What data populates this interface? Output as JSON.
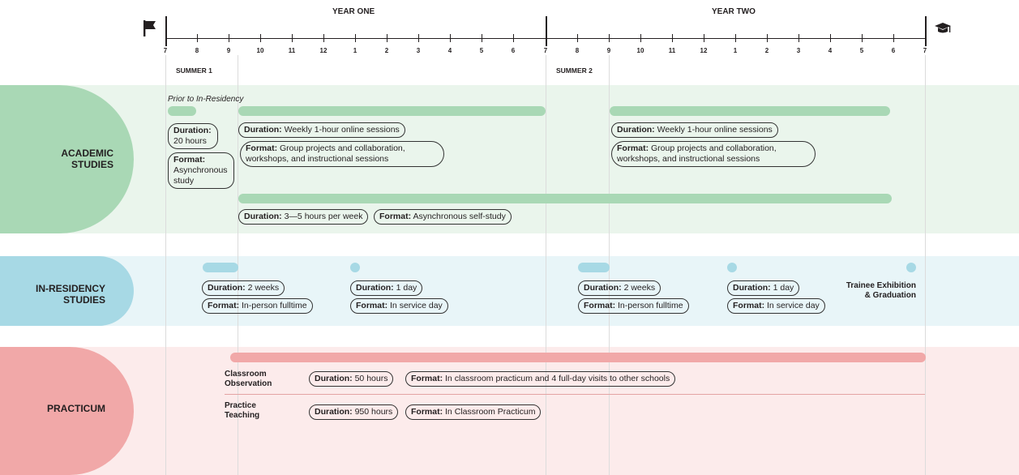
{
  "timeline": {
    "year_one": "YEAR ONE",
    "year_two": "YEAR TWO",
    "months": [
      "7",
      "8",
      "9",
      "10",
      "11",
      "12",
      "1",
      "2",
      "3",
      "4",
      "5",
      "6",
      "7",
      "8",
      "9",
      "10",
      "11",
      "12",
      "1",
      "2",
      "3",
      "4",
      "5",
      "6",
      "7"
    ],
    "summer1": "SUMMER 1",
    "summer2": "SUMMER 2",
    "start_icon": "flag-icon",
    "end_icon": "graduation-cap-icon"
  },
  "academic": {
    "label": "ACADEMIC\nSTUDIES",
    "color": "#a9d8b5",
    "prior_label": "Prior to In-Residency",
    "prior_duration_key": "Duration:",
    "prior_duration_val": "20 hours",
    "prior_format_key": "Format:",
    "prior_format_val": "Asynchronous study",
    "y1_duration_key": "Duration:",
    "y1_duration_val": "Weekly 1-hour online sessions",
    "y1_format_key": "Format:",
    "y1_format_val": "Group projects and collaboration, workshops, and instructional sessions",
    "y2_duration_key": "Duration:",
    "y2_duration_val": "Weekly 1-hour online sessions",
    "y2_format_key": "Format:",
    "y2_format_val": "Group projects and collaboration, workshops, and instructional sessions",
    "self_duration_key": "Duration:",
    "self_duration_val": "3—5 hours per week",
    "self_format_key": "Format:",
    "self_format_val": "Asynchronous self-study"
  },
  "residency": {
    "label": "IN-RESIDENCY\nSTUDIES",
    "color": "#a7d9e5",
    "s1_duration_key": "Duration:",
    "s1_duration_val": "2 weeks",
    "s1_format_key": "Format:",
    "s1_format_val": "In-person fulltime",
    "d1_duration_key": "Duration:",
    "d1_duration_val": "1 day",
    "d1_format_key": "Format:",
    "d1_format_val": "In service day",
    "s2_duration_key": "Duration:",
    "s2_duration_val": "2 weeks",
    "s2_format_key": "Format:",
    "s2_format_val": "In-person fulltime",
    "d2_duration_key": "Duration:",
    "d2_duration_val": "1 day",
    "d2_format_key": "Format:",
    "d2_format_val": "In service day",
    "graduation": "Trainee Exhibition\n& Graduation"
  },
  "practicum": {
    "label": "PRACTICUM",
    "color": "#f1a8a8",
    "obs_label": "Classroom\nObservation",
    "obs_duration_key": "Duration:",
    "obs_duration_val": "50 hours",
    "obs_format_key": "Format:",
    "obs_format_val": "In classroom practicum and 4 full-day visits to other schools",
    "teach_label": "Practice\nTeaching",
    "teach_duration_key": "Duration:",
    "teach_duration_val": "950 hours",
    "teach_format_key": "Format:",
    "teach_format_val": "In Classroom Practicum"
  }
}
